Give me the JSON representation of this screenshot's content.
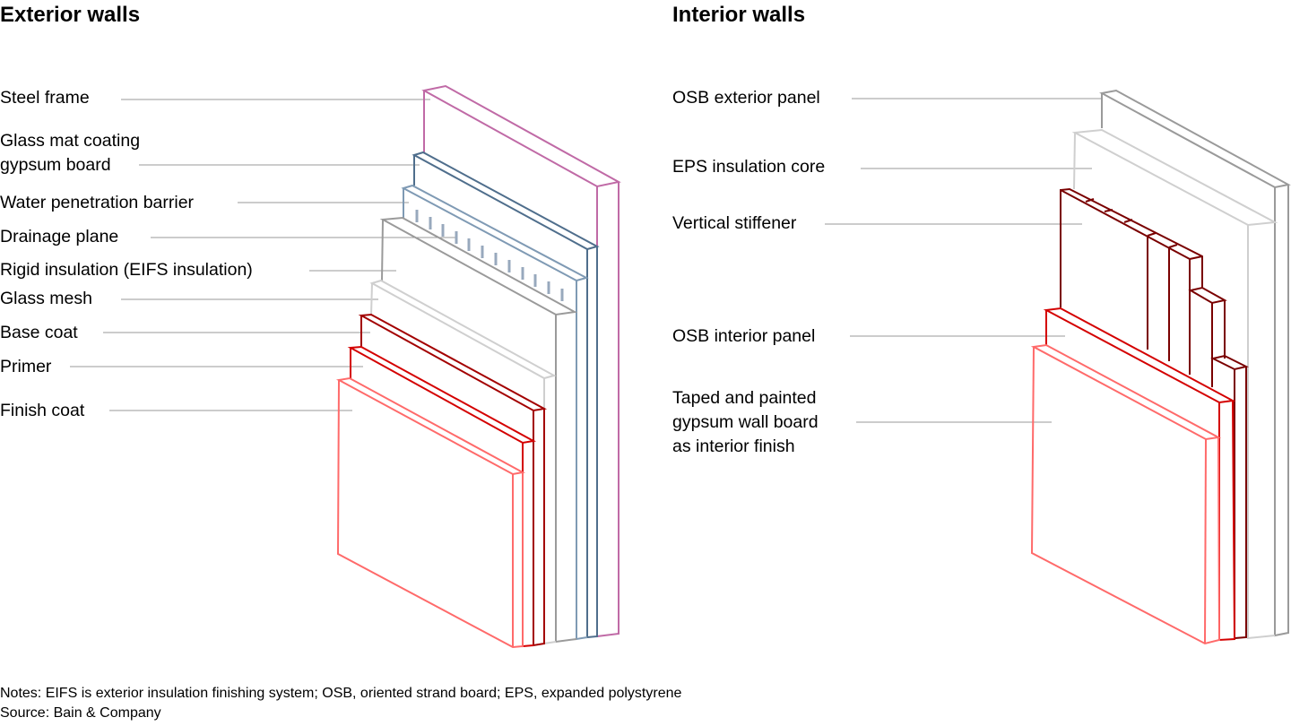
{
  "exterior": {
    "title": "Exterior walls",
    "layers": [
      {
        "label": "Steel frame",
        "color": "#c06aa6"
      },
      {
        "label": "Glass mat coating gypsum board",
        "line1": "Glass mat coating",
        "line2": "gypsum board",
        "color": "#4f6e8c"
      },
      {
        "label": "Water penetration barrier",
        "color": "#7f9ab4"
      },
      {
        "label": "Drainage plane",
        "color": "#98a9bd"
      },
      {
        "label": "Rigid insulation (EIFS insulation)",
        "color": "#9a9a9a"
      },
      {
        "label": "Glass mesh",
        "color": "#cfcfcf"
      },
      {
        "label": "Base coat",
        "color": "#a30000"
      },
      {
        "label": "Primer",
        "color": "#d40000"
      },
      {
        "label": "Finish coat",
        "color": "#ff6a6a"
      }
    ]
  },
  "interior": {
    "title": "Interior walls",
    "layers": [
      {
        "label": "OSB exterior panel",
        "color": "#9a9a9a"
      },
      {
        "label": "EPS insulation core",
        "color": "#cfcfcf"
      },
      {
        "label": "Vertical stiffener",
        "color": "#7a0000"
      },
      {
        "label": "OSB interior panel",
        "color": "#d40000"
      },
      {
        "label": "Taped and painted gypsum wall board as interior finish",
        "line1": "Taped and painted",
        "line2": "gypsum wall board",
        "line3": "as interior finish",
        "color": "#ff6a6a"
      }
    ]
  },
  "notes": "Notes: EIFS is exterior insulation finishing system; OSB, oriented strand board; EPS, expanded polystyrene",
  "source": "Source: Bain & Company"
}
